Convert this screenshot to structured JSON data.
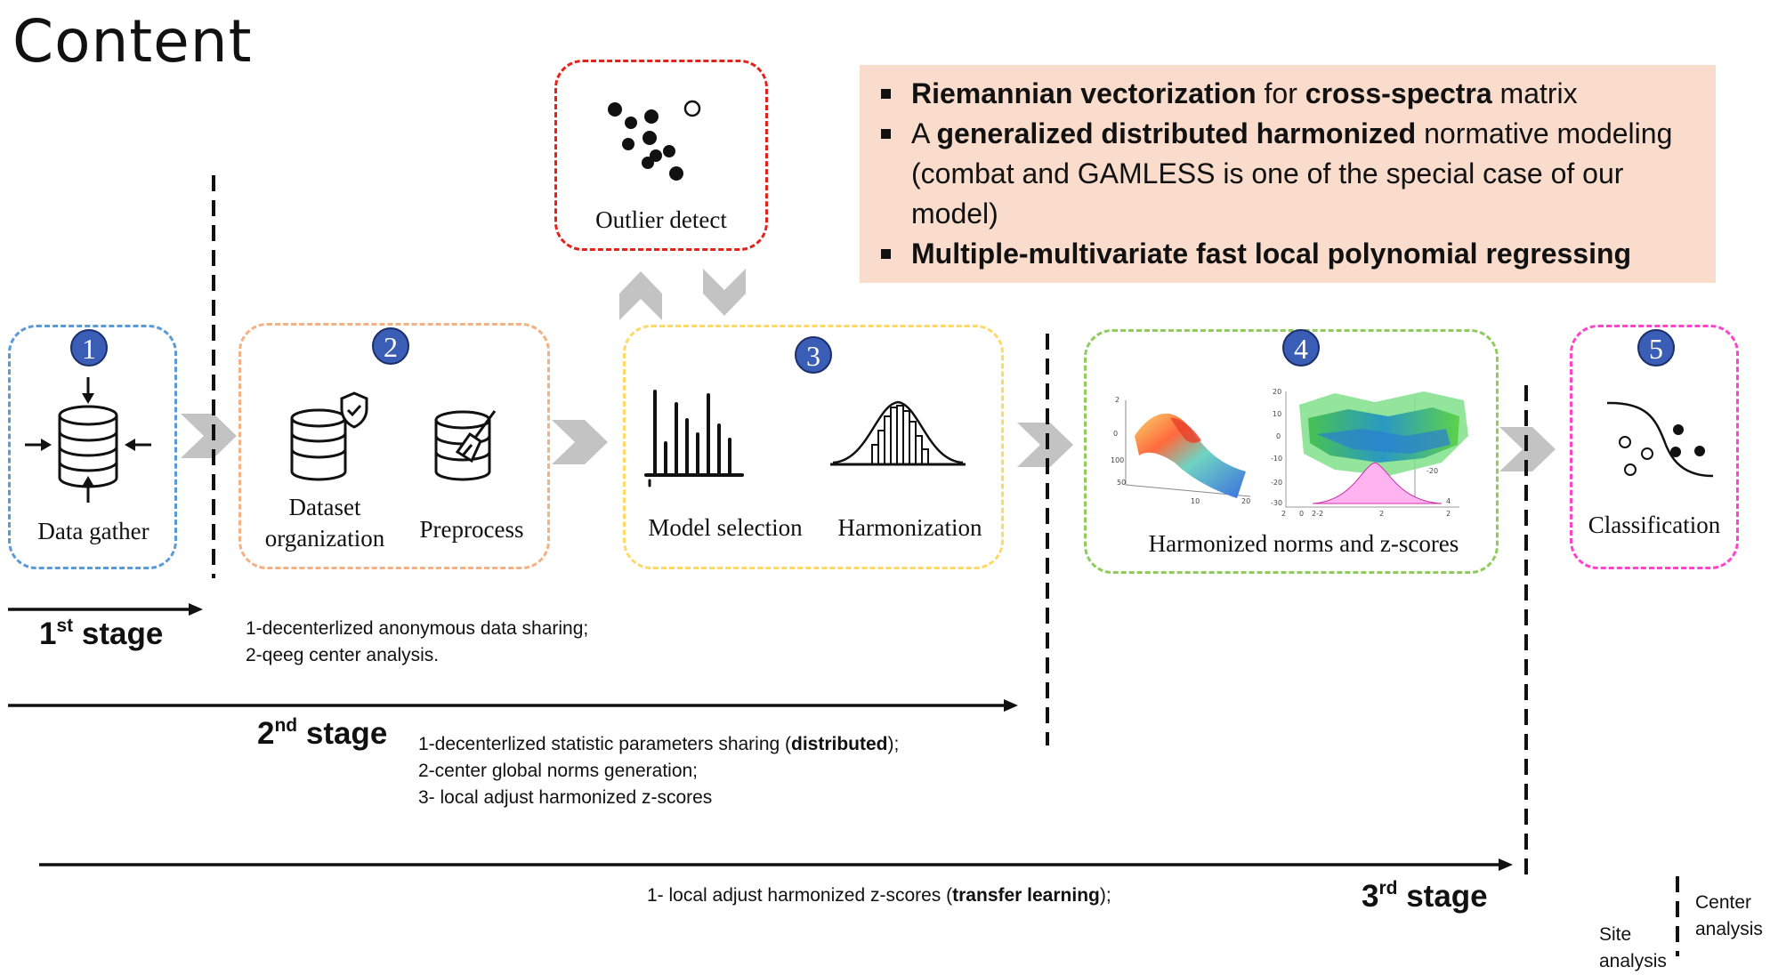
{
  "title": "Content",
  "highlights": [
    {
      "parts": [
        {
          "t": "Riemannian vectorization",
          "b": true
        },
        {
          "t": " for ",
          "b": false
        },
        {
          "t": "cross-spectra",
          "b": true
        },
        {
          "t": " matrix",
          "b": false
        }
      ]
    },
    {
      "parts": [
        {
          "t": "A ",
          "b": false
        },
        {
          "t": "generalized distributed harmonized",
          "b": true
        },
        {
          "t": " normative modeling (combat and GAMLESS is one of the special case of our model)",
          "b": false
        }
      ]
    },
    {
      "parts": [
        {
          "t": "Multiple-multivariate fast local polynomial regressing",
          "b": true
        }
      ]
    }
  ],
  "steps": {
    "s1": {
      "number": "1",
      "label": "Data gather"
    },
    "s2": {
      "number": "2",
      "label1": "Dataset",
      "label2": "organization",
      "label3": "Preprocess"
    },
    "s3": {
      "number": "3",
      "label1": "Model selection",
      "label2": "Harmonization"
    },
    "s4": {
      "number": "4",
      "label": "Harmonized norms and z-scores"
    },
    "s5": {
      "number": "5",
      "label": "Classification"
    },
    "outlier": {
      "label": "Outlier detect"
    }
  },
  "stages": {
    "first": {
      "num": "1",
      "sup": "st",
      "word": " stage",
      "lines": [
        "1-decenterlized anonymous data sharing;",
        "2-qeeg center analysis."
      ]
    },
    "second": {
      "num": "2",
      "sup": "nd",
      "word": " stage",
      "lines": [
        {
          "parts": [
            {
              "t": "1-decenterlized statistic parameters sharing (",
              "b": false
            },
            {
              "t": "distributed",
              "b": true
            },
            {
              "t": ");",
              "b": false
            }
          ]
        },
        {
          "parts": [
            {
              "t": "2-center global norms generation;",
              "b": false
            }
          ]
        },
        {
          "parts": [
            {
              "t": "3- local adjust harmonized z-scores",
              "b": false
            }
          ]
        }
      ]
    },
    "third": {
      "num": "3",
      "sup": "rd",
      "word": " stage",
      "line": {
        "parts": [
          {
            "t": "1- local adjust harmonized z-scores (",
            "b": false
          },
          {
            "t": "transfer learning",
            "b": true
          },
          {
            "t": ");",
            "b": false
          }
        ]
      }
    }
  },
  "legend": {
    "site": "Site\nanalysis",
    "center": "Center\nanalysis"
  },
  "colors": {
    "s1": "#5b9bd5",
    "s2": "#f4b183",
    "s3": "#ffd966",
    "s4": "#8fcc5c",
    "s5": "#ff44cc",
    "outlier": "#e2231a",
    "note_bg": "#f9dccb",
    "badge": "#3a5db5",
    "chevron": "#c3c3c3"
  }
}
